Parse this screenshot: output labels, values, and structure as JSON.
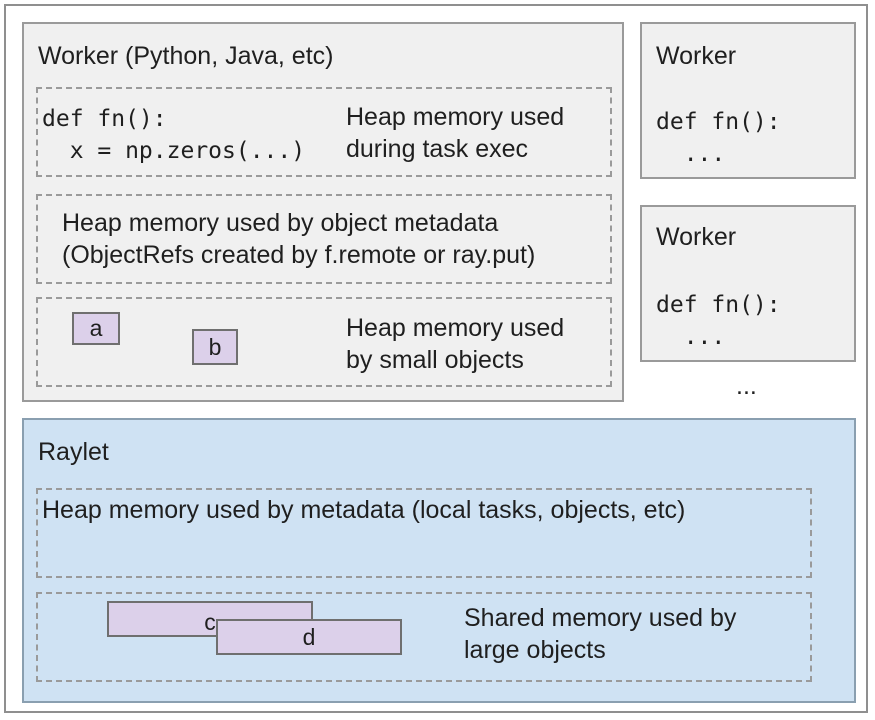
{
  "worker_main": {
    "title": "Worker (Python, Java, etc)",
    "task_box": {
      "code_line1": "def fn():",
      "code_line2": "  x = np.zeros(...)",
      "desc_line1": "Heap memory used",
      "desc_line2": "during task exec"
    },
    "metadata_box": {
      "line1": "Heap memory used by object metadata",
      "line2": "(ObjectRefs created by f.remote or ray.put)"
    },
    "small_objects_box": {
      "obj_a": "a",
      "obj_b": "b",
      "desc_line1": "Heap memory used",
      "desc_line2": "by small objects"
    }
  },
  "worker_2": {
    "title": "Worker",
    "code_line1": "def fn():",
    "code_line2": "  ..."
  },
  "worker_3": {
    "title": "Worker",
    "code_line1": "def fn():",
    "code_line2": "  ..."
  },
  "more_workers": "...",
  "raylet": {
    "title": "Raylet",
    "metadata_box": {
      "line1": "Heap memory used by metadata (local tasks, objects, etc)"
    },
    "shared_box": {
      "obj_c": "c",
      "obj_d": "d",
      "desc_line1": "Shared memory used by",
      "desc_line2": "large objects"
    }
  },
  "colors": {
    "worker_fill": "#f0f0f0",
    "raylet_fill": "#cfe2f3",
    "object_fill": "#dcd0ea"
  }
}
